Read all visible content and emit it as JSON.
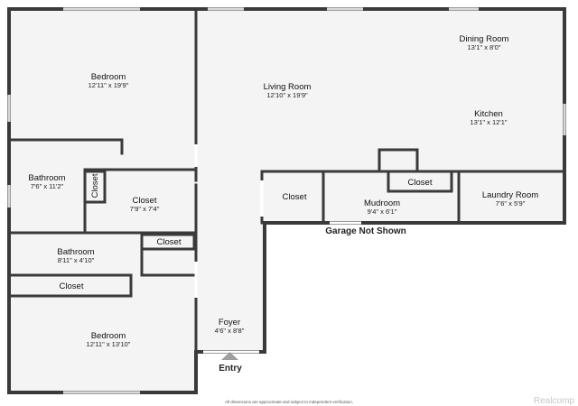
{
  "colors": {
    "floor": "#f4f4f4",
    "wall": "#3a3a3a",
    "entry_arrow": "#9e9e9e"
  },
  "rooms": {
    "bedroom_top": {
      "name": "Bedroom",
      "dims": "12'11\" x 19'9\""
    },
    "living_room": {
      "name": "Living Room",
      "dims": "12'10\" x 19'9\""
    },
    "dining_room": {
      "name": "Dining Room",
      "dims": "13'1\" x 8'0\""
    },
    "kitchen": {
      "name": "Kitchen",
      "dims": "13'1\" x 12'1\""
    },
    "bathroom_left": {
      "name": "Bathroom",
      "dims": "7'6\" x 11'2\""
    },
    "closet_vertical": {
      "name": "Closet"
    },
    "closet_center": {
      "name": "Closet",
      "dims": "7'9\" x 7'4\""
    },
    "bathroom_mid": {
      "name": "Bathroom",
      "dims": "8'11\" x 4'10\""
    },
    "closet_small": {
      "name": "Closet"
    },
    "closet_bottom": {
      "name": "Closet"
    },
    "bedroom_bottom": {
      "name": "Bedroom",
      "dims": "12'11\" x 13'10\""
    },
    "foyer": {
      "name": "Foyer",
      "dims": "4'6\" x 8'8\""
    },
    "closet_right": {
      "name": "Closet"
    },
    "mudroom": {
      "name": "Mudroom",
      "dims": "9'4\" x 6'1\""
    },
    "closet_mudroom": {
      "name": "Closet"
    },
    "laundry_room": {
      "name": "Laundry Room",
      "dims": "7'6\" x 5'9\""
    }
  },
  "labels": {
    "garage_note": "Garage Not Shown",
    "entry": "Entry",
    "disclaimer": "All dimensions are approximate and subject to independent verification.",
    "brand": "Realcomp"
  }
}
